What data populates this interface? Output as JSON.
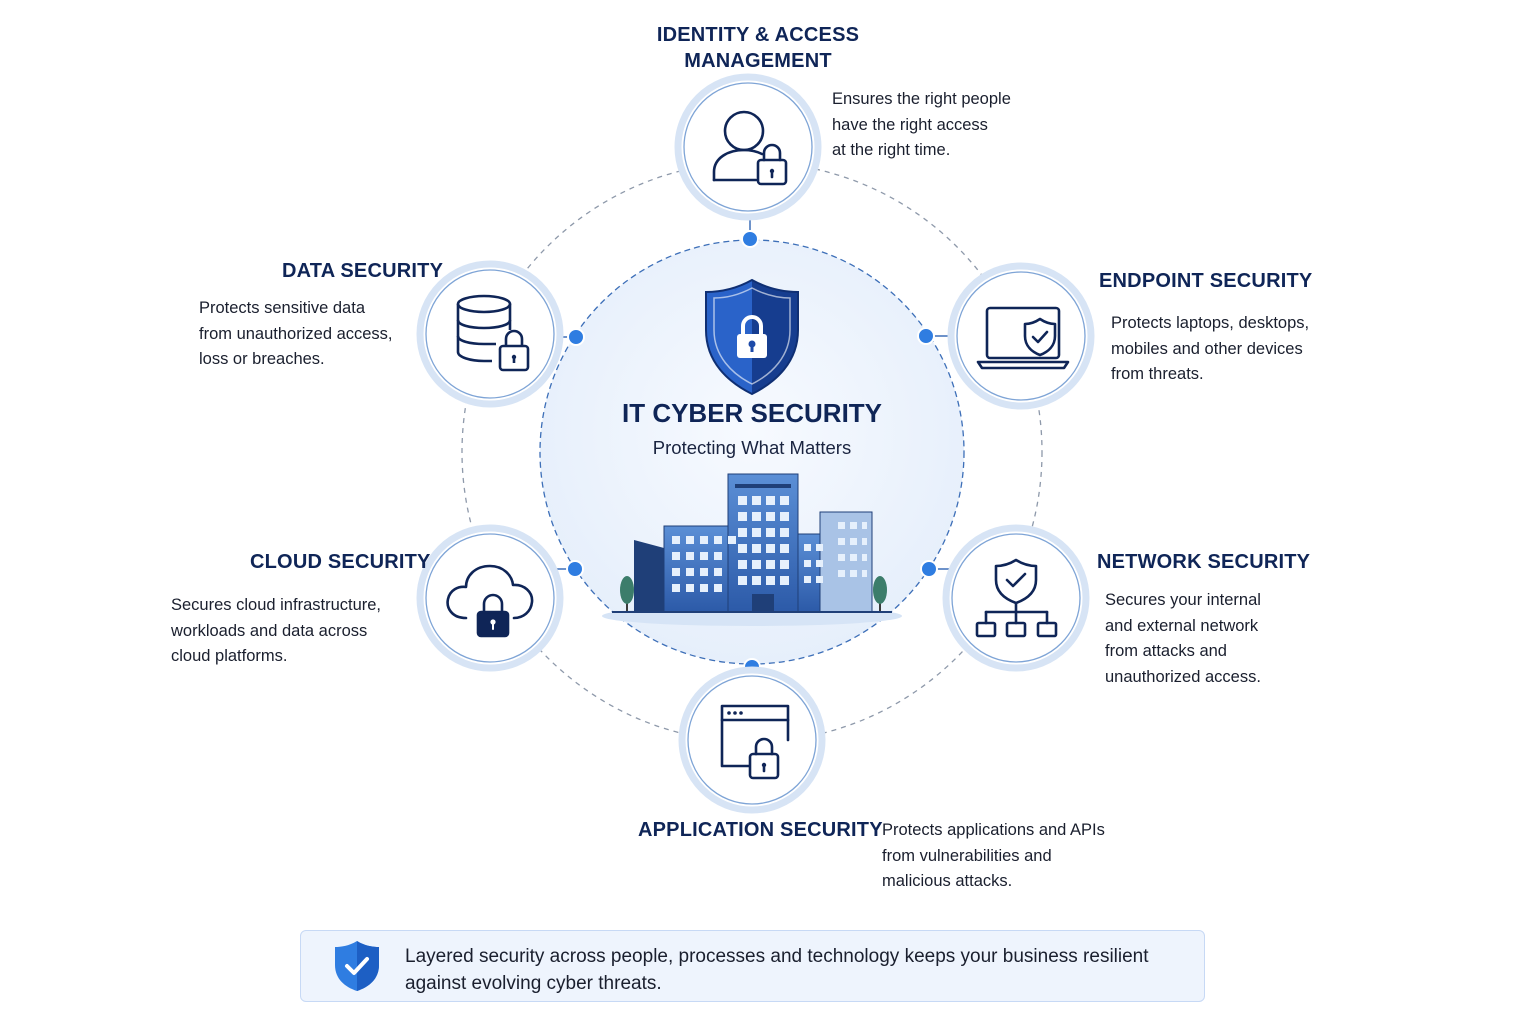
{
  "center": {
    "title": "IT CYBER SECURITY",
    "subtitle": "Protecting What Matters",
    "shield_color": "#1d4aa8",
    "circle_fill": "#eef4fd"
  },
  "pillars": [
    {
      "key": "iam",
      "title_lines": [
        "IDENTITY & ACCESS",
        "MANAGEMENT"
      ],
      "description": "Ensures the right people\nhave the right access\nat the right time.",
      "icon": "user-lock-icon"
    },
    {
      "key": "endpoint",
      "title_lines": [
        "ENDPOINT SECURITY"
      ],
      "description": "Protects laptops, desktops,\nmobiles and other devices\nfrom threats.",
      "icon": "laptop-shield-icon"
    },
    {
      "key": "network",
      "title_lines": [
        "NETWORK SECURITY"
      ],
      "description": "Secures your internal\nand external network\nfrom attacks and\nunauthorized access.",
      "icon": "network-shield-icon"
    },
    {
      "key": "application",
      "title_lines": [
        "APPLICATION SECURITY"
      ],
      "description": "Protects applications and APIs\nfrom vulnerabilities and\nmalicious attacks.",
      "icon": "browser-lock-icon"
    },
    {
      "key": "cloud",
      "title_lines": [
        "CLOUD SECURITY"
      ],
      "description": "Secures cloud infrastructure,\nworkloads and data across\ncloud platforms.",
      "icon": "cloud-lock-icon"
    },
    {
      "key": "data",
      "title_lines": [
        "DATA SECURITY"
      ],
      "description": "Protects sensitive data\nfrom unauthorized access,\nloss or breaches.",
      "icon": "database-lock-icon"
    }
  ],
  "footer": {
    "text": "Layered security across people, processes and technology keeps your business resilient against evolving cyber threats.",
    "icon": "shield-check-icon"
  },
  "colors": {
    "navy": "#0f2557",
    "accent_blue": "#2f7de1",
    "ring_border": "#b9d0ee",
    "dashed_line": "#8a96a8"
  }
}
